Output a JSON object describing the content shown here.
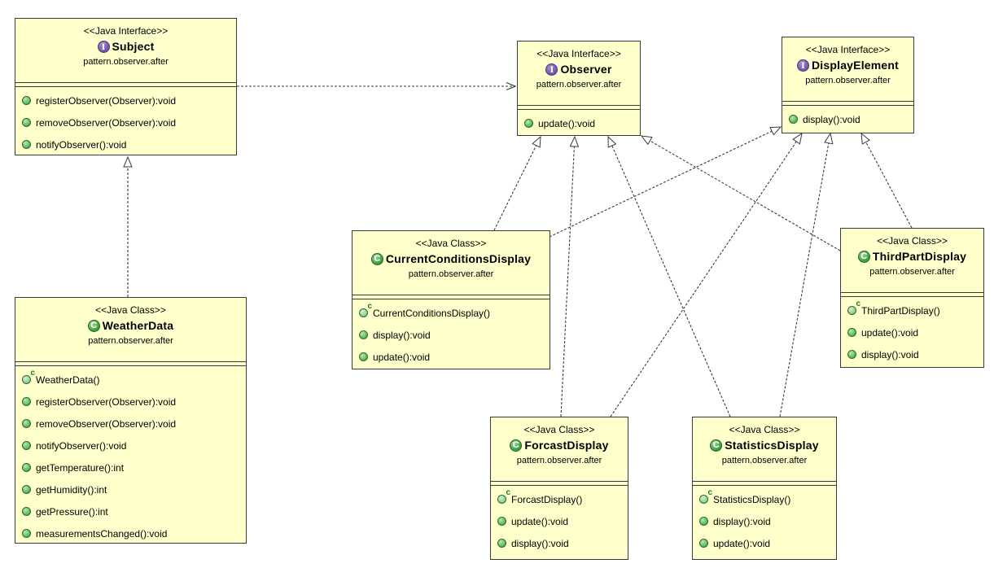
{
  "diagram": {
    "classes": [
      {
        "id": "Subject",
        "kind": "interface",
        "stereotype": "<<Java Interface>>",
        "name": "Subject",
        "package": "pattern.observer.after",
        "members": [
          {
            "icon": "method-icon",
            "label": "registerObserver(Observer):void"
          },
          {
            "icon": "method-icon",
            "label": "removeObserver(Observer):void"
          },
          {
            "icon": "method-icon",
            "label": "notifyObserver():void"
          }
        ]
      },
      {
        "id": "WeatherData",
        "kind": "class",
        "stereotype": "<<Java Class>>",
        "name": "WeatherData",
        "package": "pattern.observer.after",
        "members": [
          {
            "icon": "constructor-icon",
            "label": "WeatherData()"
          },
          {
            "icon": "method-icon",
            "label": "registerObserver(Observer):void"
          },
          {
            "icon": "method-icon",
            "label": "removeObserver(Observer):void"
          },
          {
            "icon": "method-icon",
            "label": "notifyObserver():void"
          },
          {
            "icon": "method-icon",
            "label": "getTemperature():int"
          },
          {
            "icon": "method-icon",
            "label": "getHumidity():int"
          },
          {
            "icon": "method-icon",
            "label": "getPressure():int"
          },
          {
            "icon": "method-icon",
            "label": "measurementsChanged():void"
          }
        ]
      },
      {
        "id": "Observer",
        "kind": "interface",
        "stereotype": "<<Java Interface>>",
        "name": "Observer",
        "package": "pattern.observer.after",
        "members": [
          {
            "icon": "method-icon",
            "label": "update():void"
          }
        ]
      },
      {
        "id": "DisplayElement",
        "kind": "interface",
        "stereotype": "<<Java Interface>>",
        "name": "DisplayElement",
        "package": "pattern.observer.after",
        "members": [
          {
            "icon": "method-icon",
            "label": "display():void"
          }
        ]
      },
      {
        "id": "CurrentConditionsDisplay",
        "kind": "class",
        "stereotype": "<<Java Class>>",
        "name": "CurrentConditionsDisplay",
        "package": "pattern.observer.after",
        "members": [
          {
            "icon": "constructor-icon",
            "label": "CurrentConditionsDisplay()"
          },
          {
            "icon": "method-icon",
            "label": "display():void"
          },
          {
            "icon": "method-icon",
            "label": "update():void"
          }
        ]
      },
      {
        "id": "ThirdPartDisplay",
        "kind": "class",
        "stereotype": "<<Java Class>>",
        "name": "ThirdPartDisplay",
        "package": "pattern.observer.after",
        "members": [
          {
            "icon": "constructor-icon",
            "label": "ThirdPartDisplay()"
          },
          {
            "icon": "method-icon",
            "label": "update():void"
          },
          {
            "icon": "method-icon",
            "label": "display():void"
          }
        ]
      },
      {
        "id": "ForcastDisplay",
        "kind": "class",
        "stereotype": "<<Java Class>>",
        "name": "ForcastDisplay",
        "package": "pattern.observer.after",
        "members": [
          {
            "icon": "constructor-icon",
            "label": "ForcastDisplay()"
          },
          {
            "icon": "method-icon",
            "label": "update():void"
          },
          {
            "icon": "method-icon",
            "label": "display():void"
          }
        ]
      },
      {
        "id": "StatisticsDisplay",
        "kind": "class",
        "stereotype": "<<Java Class>>",
        "name": "StatisticsDisplay",
        "package": "pattern.observer.after",
        "members": [
          {
            "icon": "constructor-icon",
            "label": "StatisticsDisplay()"
          },
          {
            "icon": "method-icon",
            "label": "display():void"
          },
          {
            "icon": "method-icon",
            "label": "update():void"
          }
        ]
      }
    ],
    "relationships": [
      {
        "type": "realization",
        "from": "WeatherData",
        "to": "Subject"
      },
      {
        "type": "dependency",
        "from": "Subject",
        "to": "Observer"
      },
      {
        "type": "realization",
        "from": "CurrentConditionsDisplay",
        "to": "Observer"
      },
      {
        "type": "realization",
        "from": "CurrentConditionsDisplay",
        "to": "DisplayElement"
      },
      {
        "type": "realization",
        "from": "ForcastDisplay",
        "to": "Observer"
      },
      {
        "type": "realization",
        "from": "ForcastDisplay",
        "to": "DisplayElement"
      },
      {
        "type": "realization",
        "from": "StatisticsDisplay",
        "to": "Observer"
      },
      {
        "type": "realization",
        "from": "StatisticsDisplay",
        "to": "DisplayElement"
      },
      {
        "type": "realization",
        "from": "ThirdPartDisplay",
        "to": "Observer"
      },
      {
        "type": "realization",
        "from": "ThirdPartDisplay",
        "to": "DisplayElement"
      }
    ],
    "colors": {
      "box_fill": "#ffffcc",
      "box_border": "#3a3a3a",
      "edge_line": "#3a3a3a",
      "interface_icon_purple": "#7a5bab",
      "class_icon_green": "#47a447",
      "method_dot_green": "#5cb85c"
    }
  }
}
